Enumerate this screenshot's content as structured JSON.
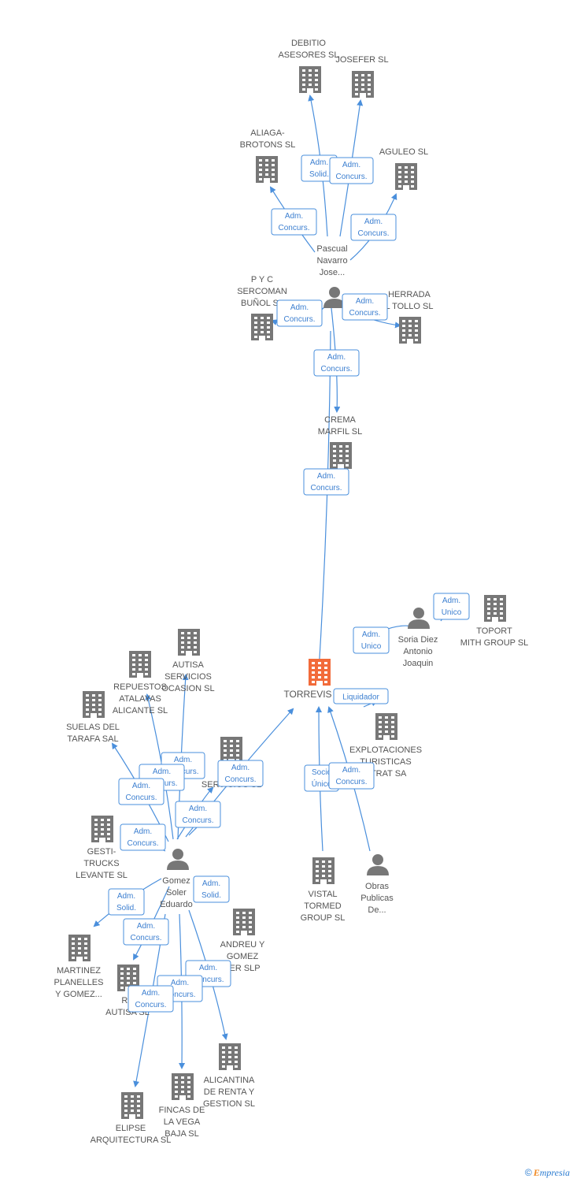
{
  "colors": {
    "main": "#f26b3a",
    "node": "#777777",
    "edge": "#4a8fdc"
  },
  "nodes": [
    {
      "id": "debitio",
      "kind": "company",
      "lines": [
        "DEBITIO",
        "ASESORES SL"
      ]
    },
    {
      "id": "josefer",
      "kind": "company",
      "lines": [
        "JOSEFER SL"
      ]
    },
    {
      "id": "aliaga",
      "kind": "company",
      "lines": [
        "ALIAGA-",
        "BROTONS SL"
      ]
    },
    {
      "id": "aguleo",
      "kind": "company",
      "lines": [
        "AGULEO SL"
      ]
    },
    {
      "id": "pascual",
      "kind": "person",
      "lines": [
        "Pascual",
        "Navarro",
        "Jose..."
      ]
    },
    {
      "id": "pyc",
      "kind": "company",
      "lines": [
        "P Y C",
        "SERCOMAN",
        "BUÑOL SL"
      ]
    },
    {
      "id": "herrada",
      "kind": "company",
      "lines": [
        "HERRADA",
        "L TOLLO SL"
      ]
    },
    {
      "id": "crema",
      "kind": "company",
      "lines": [
        "CREMA",
        "MARFIL SL"
      ]
    },
    {
      "id": "toport",
      "kind": "company",
      "lines": [
        "TOPORT",
        "MITH GROUP SL"
      ]
    },
    {
      "id": "soria",
      "kind": "person",
      "lines": [
        "Soria Diez",
        "Antonio",
        "Joaquin"
      ]
    },
    {
      "id": "torrevis",
      "kind": "main",
      "lines": [
        "TORREVIS"
      ]
    },
    {
      "id": "autisa",
      "kind": "company",
      "lines": [
        "AUTISA",
        "SERVICIOS",
        "OCASION SL"
      ]
    },
    {
      "id": "repuestos",
      "kind": "company",
      "lines": [
        "REPUESTOS",
        "ATALAYAS",
        "ALICANTE SL"
      ]
    },
    {
      "id": "suelas",
      "kind": "company",
      "lines": [
        "SUELAS DEL",
        "TARAFA SAL"
      ]
    },
    {
      "id": "servicios",
      "kind": "company",
      "lines": [
        "SERVICIOS SL"
      ]
    },
    {
      "id": "explotaciones",
      "kind": "company",
      "lines": [
        "EXPLOTACIONES",
        "TURISTICAS",
        "STRAT SA"
      ]
    },
    {
      "id": "gesti",
      "kind": "company",
      "lines": [
        "GESTI-",
        "TRUCKS",
        "LEVANTE SL"
      ]
    },
    {
      "id": "gomez",
      "kind": "person",
      "lines": [
        "Gomez",
        "Soler",
        "Eduardo"
      ]
    },
    {
      "id": "vistal",
      "kind": "company",
      "lines": [
        "VISTAL",
        "TORMED",
        "GROUP SL"
      ]
    },
    {
      "id": "obras",
      "kind": "person",
      "lines": [
        "Obras",
        "Publicas",
        "De..."
      ]
    },
    {
      "id": "andreu",
      "kind": "company",
      "lines": [
        "ANDREU Y",
        "GOMEZ",
        "LER SLP"
      ]
    },
    {
      "id": "martinez",
      "kind": "company",
      "lines": [
        "MARTINEZ",
        "PLANELLES",
        "Y GOMEZ..."
      ]
    },
    {
      "id": "reautisa",
      "kind": "company",
      "lines": [
        "RE",
        "AUTISA SL"
      ]
    },
    {
      "id": "alicantina",
      "kind": "company",
      "lines": [
        "ALICANTINA",
        "DE RENTA Y",
        "GESTION SL"
      ]
    },
    {
      "id": "fincas",
      "kind": "company",
      "lines": [
        "FINCAS DE",
        "LA VEGA",
        "BAJA SL"
      ]
    },
    {
      "id": "elipse",
      "kind": "company",
      "lines": [
        "ELIPSE",
        "ARQUITECTURA SL"
      ]
    }
  ],
  "relations": [
    {
      "id": "r1",
      "lines": [
        "Adm.",
        "Solid."
      ]
    },
    {
      "id": "r2",
      "lines": [
        "Adm.",
        "Concurs."
      ]
    },
    {
      "id": "r3",
      "lines": [
        "Adm.",
        "Concurs."
      ]
    },
    {
      "id": "r4",
      "lines": [
        "Adm.",
        "Concurs."
      ]
    },
    {
      "id": "r5",
      "lines": [
        "Adm.",
        "Concurs."
      ]
    },
    {
      "id": "r6",
      "lines": [
        "Adm.",
        "Concurs."
      ]
    },
    {
      "id": "r7",
      "lines": [
        "Adm.",
        "Concurs."
      ]
    },
    {
      "id": "r8",
      "lines": [
        "Adm.",
        "Concurs."
      ]
    },
    {
      "id": "r9",
      "lines": [
        "Adm.",
        "Unico"
      ]
    },
    {
      "id": "r10",
      "lines": [
        "Adm.",
        "Unico"
      ]
    },
    {
      "id": "r11",
      "lines": [
        "Liquidador"
      ]
    },
    {
      "id": "r12",
      "lines": [
        "Adm.",
        "Concurs."
      ]
    },
    {
      "id": "r13",
      "lines": [
        "Adm.",
        "Concurs."
      ]
    },
    {
      "id": "r14",
      "lines": [
        "Adm.",
        "Concurs."
      ]
    },
    {
      "id": "r15",
      "lines": [
        "Adm.",
        "Concurs."
      ]
    },
    {
      "id": "r16",
      "lines": [
        "Adm.",
        "Concurs."
      ]
    },
    {
      "id": "r17",
      "lines": [
        "Adm.",
        "Concurs."
      ]
    },
    {
      "id": "r18",
      "lines": [
        "Socio",
        "Único"
      ]
    },
    {
      "id": "r19",
      "lines": [
        "Adm.",
        "Concurs."
      ]
    },
    {
      "id": "r20",
      "lines": [
        "Adm.",
        "Solid."
      ]
    },
    {
      "id": "r21",
      "lines": [
        "Adm.",
        "Solid."
      ]
    },
    {
      "id": "r22",
      "lines": [
        "Adm.",
        "Concurs."
      ]
    },
    {
      "id": "r23",
      "lines": [
        "Adm.",
        "Concurs."
      ]
    },
    {
      "id": "r24",
      "lines": [
        "Adm.",
        "Concurs."
      ]
    },
    {
      "id": "r25",
      "lines": [
        "Adm.",
        "Concurs."
      ]
    }
  ],
  "footer": {
    "copyright": "©",
    "brand_first": "E",
    "brand_rest": "mpresia"
  }
}
